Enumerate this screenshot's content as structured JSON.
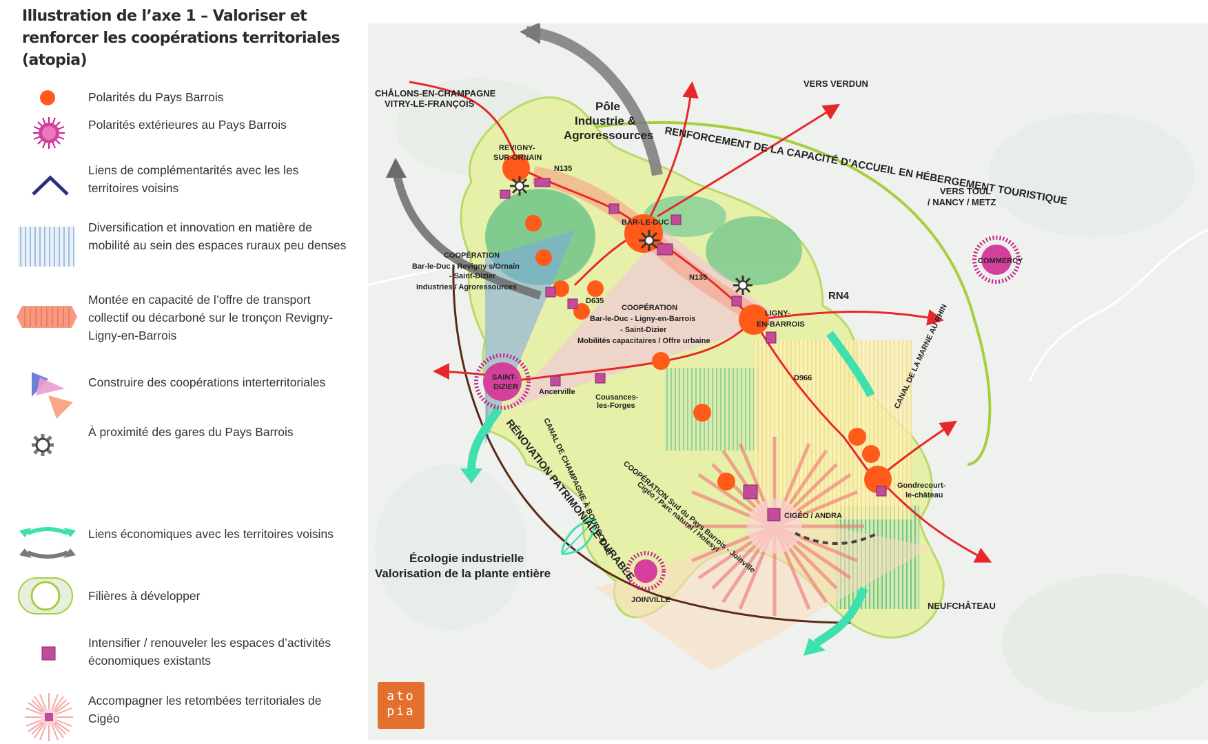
{
  "title": "Illustration de l’axe 1 – Valoriser et renforcer les coopérations territoriales (atopia)",
  "legend": [
    {
      "label": "Polarités du Pays Barrois"
    },
    {
      "label": "Polarités extérieures au Pays Barrois"
    },
    {
      "label": "Liens  de complémentarités avec les les territoires voisins"
    },
    {
      "label": "Diversification et innovation en matière de mobilité au sein des espaces ruraux peu denses"
    },
    {
      "label": "Montée en capacité de l’offre de transport collectif ou décarboné sur le tronçon Revigny-Ligny-en-Barrois"
    },
    {
      "label": "Construire des coopérations interterritoriales"
    },
    {
      "label": "À proximité des gares du Pays Barrois"
    },
    {
      "label": "Liens économiques avec les territoires voisins"
    },
    {
      "label": "Filières à développer"
    },
    {
      "label": "Intensifier / renouveler les espaces d’activités économiques existants"
    },
    {
      "label": "Accompagner les retombées territoriales de Cigéo"
    }
  ],
  "map": {
    "places": {
      "chalons_1": "CHÂLONS-EN-CHAMPAGNE",
      "chalons_2": "VITRY-LE-FRANÇOIS",
      "verdun": "VERS VERDUN",
      "toul_1": "VERS TOUL",
      "toul_2": "/ NANCY / METZ",
      "commercy": "COMMERCY",
      "revigny_1": "REVIGNY-",
      "revigny_2": "SUR-ORNAIN",
      "bar_le_duc": "BAR-LE-DUC",
      "ligny_1": "LIGNY-",
      "ligny_2": "EN-BARROIS",
      "saint_dizier_1": "SAINT-",
      "saint_dizier_2": "DIZIER",
      "ancerville": "Ancerville",
      "cousances_1": "Cousances-",
      "cousances_2": "les-Forges",
      "cigeo": "CIGÉO / ANDRA",
      "gondrecourt_1": "Gondrecourt-",
      "gondrecourt_2": "le-château",
      "joinville": "JOINVILLE",
      "neufchateau": "NEUFCHÂTEAU"
    },
    "roads": {
      "n135_a": "N135",
      "n135_b": "N135",
      "rn4": "RN4",
      "d966": "D966",
      "d635": "D635"
    },
    "pole": {
      "line1": "Pôle",
      "line2": "Industrie &",
      "line3": "Agroressources"
    },
    "coop1": {
      "line1": "COOPÉRATION",
      "line2": "Bar-le-Duc - Revigny s/Ornain",
      "line3": "- Saint-Dizier",
      "line4": "Industries / Agroressources"
    },
    "coop2": {
      "line1": "COOPÉRATION",
      "line2": "Bar-le-Duc - Ligny-en-Barrois",
      "line3": "- Saint-Dizier",
      "line4": "Mobilités capacitaires / Offre urbaine"
    },
    "coop3": {
      "line1": "COOPÉRATION Sud du Pays Barrois - Joinville",
      "line2": "Cigéo / Parc naturel / Holesyl"
    },
    "arc_green": "RENFORCEMENT DE LA CAPACITÉ D’ACCUEIL EN HÉBERGEMENT TOURISTIQUE",
    "arc_brown": "RÉNOVATION PATRIMONIALE DURABLE",
    "eco_1": "Écologie industrielle",
    "eco_2": "Valorisation de la plante entière",
    "canal": "CANAL DE CHAMPAGNE À BOURGOGNE",
    "canal2": "CANAL DE LA MARNE AU RHIN"
  },
  "logo": {
    "line1": "ato",
    "line2": "pia"
  },
  "colors": {
    "polarite": "#ff5a1a",
    "exterieure": "#c41f8a",
    "liens": "#2c2f7a",
    "capacite": "#f59a80",
    "eco_green": "#3fe0b0",
    "eco_grey": "#7a7a7a",
    "filiere": "#a6cf3e",
    "activite": "#c44b9c",
    "cigeo": "#f07b7b",
    "arc_green": "#9cc23a",
    "arc_brown": "#5a2a16",
    "road": "#e8272a"
  }
}
